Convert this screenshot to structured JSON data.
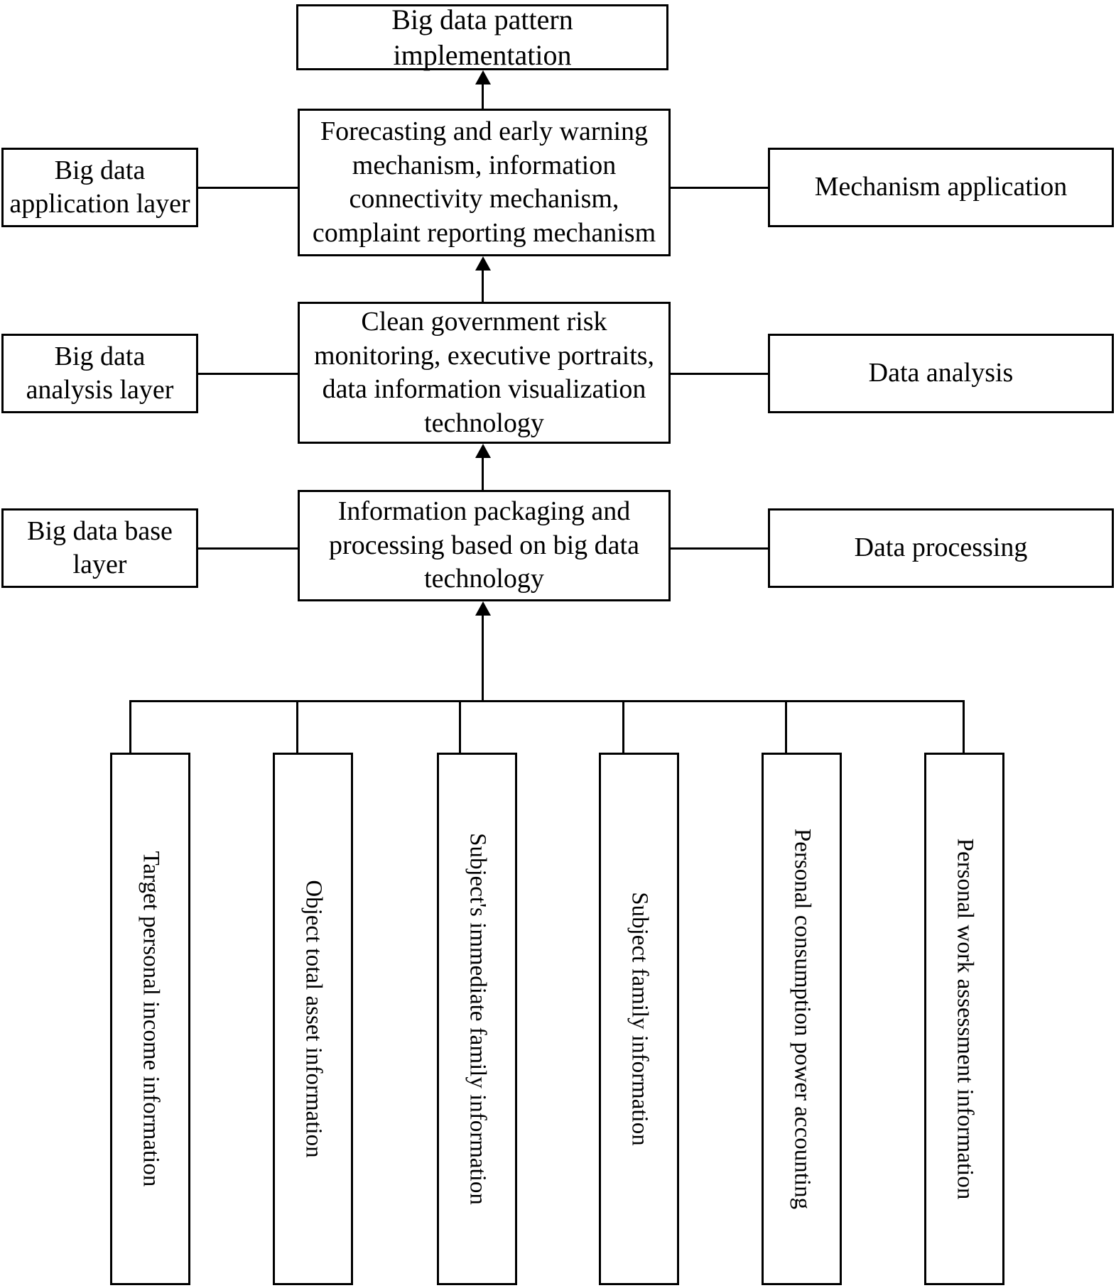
{
  "diagram": {
    "title_box": {
      "label": "Big data pattern implementation"
    },
    "layers": [
      {
        "left_label": "Big data\napplication layer",
        "center_label": "Forecasting and early warning mechanism, information connectivity mechanism, complaint reporting mechanism",
        "right_label": "Mechanism\napplication"
      },
      {
        "left_label": "Big data analysis\nlayer",
        "center_label": "Clean government risk monitoring, executive portraits, data information visualization technology",
        "right_label": "Data analysis"
      },
      {
        "left_label": "Big data base\nlayer",
        "center_label": "Information packaging and processing based on big data technology",
        "right_label": "Data processing"
      }
    ],
    "left_labels": {
      "application": "Big data application layer",
      "analysis": "Big data analysis layer",
      "base": "Big data base layer"
    },
    "center_labels": {
      "application": "Forecasting and early warning mechanism, information connectivity mechanism, complaint reporting mechanism",
      "analysis": "Clean government risk monitoring, executive portraits, data information visualization technology",
      "base": "Information packaging and processing based on big data technology"
    },
    "right_labels": {
      "application": "Mechanism application",
      "analysis": "Data analysis",
      "base": "Data processing"
    },
    "sources": [
      "Target personal income information",
      "Object total asset information",
      "Subject's immediate family information",
      "Subject family information",
      "Personal consumption power accounting",
      "Personal work assessment information"
    ],
    "colors": {
      "stroke": "#000000",
      "fill": "#ffffff",
      "text": "#000000"
    }
  }
}
